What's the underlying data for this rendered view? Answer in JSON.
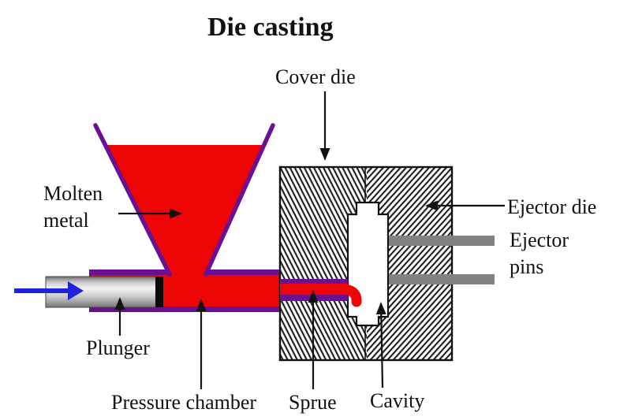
{
  "title": "Die casting",
  "labels": {
    "cover_die": "Cover die",
    "molten_metal": "Molten\nmetal",
    "ejector_die": "Ejector die",
    "ejector_pins": "Ejector\npins",
    "plunger": "Plunger",
    "pressure_chamber": "Pressure chamber",
    "sprue": "Sprue",
    "cavity": "Cavity"
  },
  "colors": {
    "molten_metal_red": "#ee0505",
    "die_outline_purple": "#6b0f93",
    "injection_arrow_blue": "#2222dd",
    "ejector_pin_gray": "#828282",
    "hatch_black": "#1a1a1a"
  }
}
